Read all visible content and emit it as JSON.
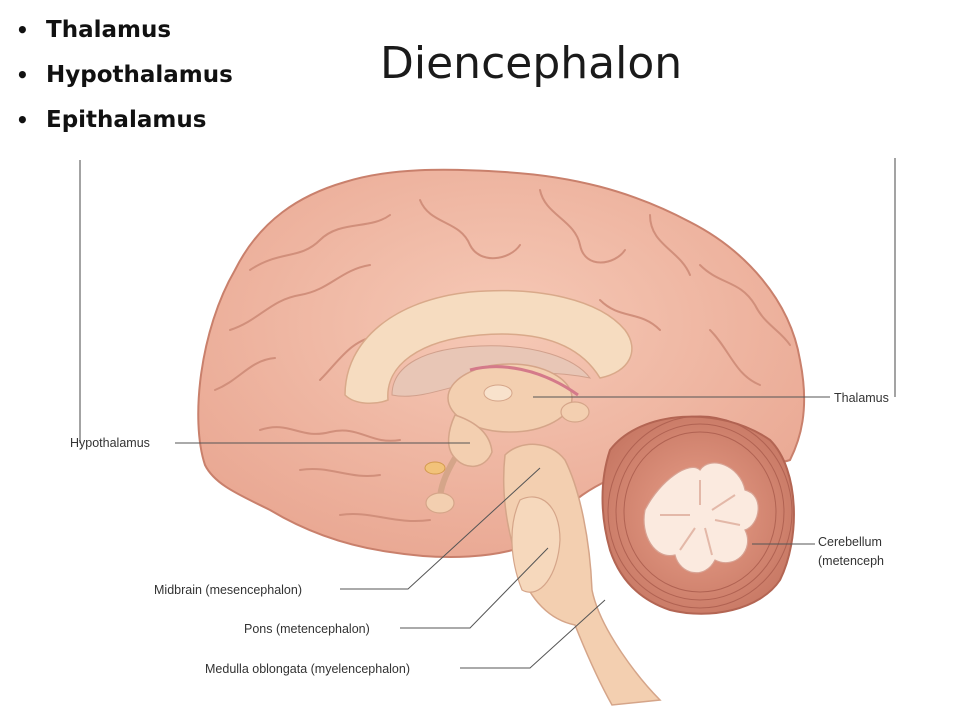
{
  "slide": {
    "title": "Diencephalon",
    "bullets": [
      "Thalamus",
      "Hypothalamus",
      "Epithalamus"
    ],
    "bullet_glyph": "•"
  },
  "diagram": {
    "labels": {
      "thalamus": "Thalamus",
      "hypothalamus": "Hypothalamus",
      "cerebellum_1": "Cerebellum",
      "cerebellum_2": "(metenceph",
      "midbrain": "Midbrain (mesencephalon)",
      "pons": "Pons (metencephalon)",
      "medulla": "Medulla oblongata (myelencephalon)"
    },
    "colors": {
      "cortex": "#f1b9a5",
      "cortex_dark": "#c9806c",
      "corpus_callosum": "#f6dcc0",
      "brainstem": "#f3cfb0",
      "cerebellum_white": "#fbeadf",
      "leader": "#555555"
    }
  }
}
